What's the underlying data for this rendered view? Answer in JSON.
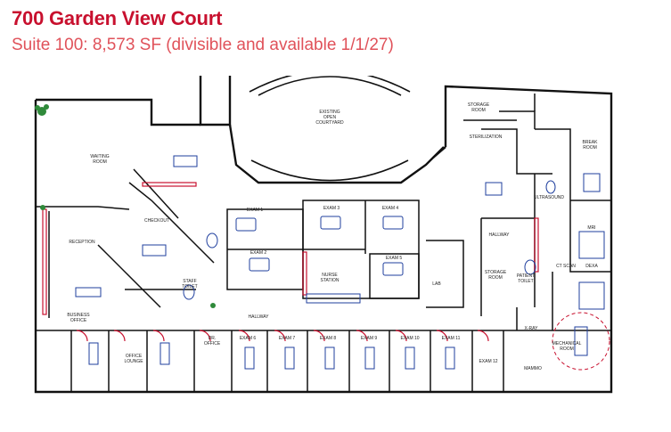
{
  "header": {
    "title": "700 Garden View Court",
    "subtitle": "Suite 100: 8,573 SF (divisible and available 1/1/27)"
  },
  "colors": {
    "title": "#c8102e",
    "subtitle": "#e0525a",
    "walls": "#111111",
    "fixtures": "#1f3f9e",
    "accents": "#c8102e",
    "plants": "#2f8a3a"
  },
  "plan": {
    "labels": {
      "courtyard_1": "EXISTING",
      "courtyard_2": "OPEN",
      "courtyard_3": "COURTYARD",
      "waiting_1": "WAITING",
      "waiting_2": "ROOM",
      "reception": "RECEPTION",
      "checkout": "CHECKOUT",
      "business_1": "BUSINESS",
      "business_2": "OFFICE",
      "office_lounge_1": "OFFICE",
      "office_lounge_2": "LOUNGE",
      "dr_office_1": "DR.",
      "dr_office_2": "OFFICE",
      "staff_toilet_1": "STAFF",
      "staff_toilet_2": "TOILET",
      "hallway_1": "HALLWAY",
      "hallway_2": "HALLWAY",
      "nurse_station_1": "NURSE",
      "nurse_station_2": "STATION",
      "storage_room_1": "STORAGE",
      "storage_room_2": "ROOM",
      "storage_room_3_1": "STORAGE",
      "storage_room_3_2": "ROOM",
      "sterilization": "STERILIZATION",
      "lab": "LAB",
      "break_room_1": "BREAK",
      "break_room_2": "ROOM",
      "exam_1": "EXAM 1",
      "exam_2": "EXAM 2",
      "exam_3": "EXAM 3",
      "exam_4": "EXAM 4",
      "exam_5": "EXAM 5",
      "exam_6": "EXAM 6",
      "exam_7": "EXAM 7",
      "exam_8": "EXAM 8",
      "exam_9": "EXAM 9",
      "exam_10": "EXAM 10",
      "exam_11": "EXAM 11",
      "exam_12": "EXAM 12",
      "mri": "MRI",
      "dexa": "DEXA",
      "xray": "X-RAY",
      "mammo": "MAMMO",
      "ct_scan": "CT SCAN",
      "ultrasound": "ULTRASOUND",
      "patient_toilet_1": "PATIENT",
      "patient_toilet_2": "TOILET",
      "mechanical_1": "MECHANICAL",
      "mechanical_2": "ROOM"
    }
  }
}
